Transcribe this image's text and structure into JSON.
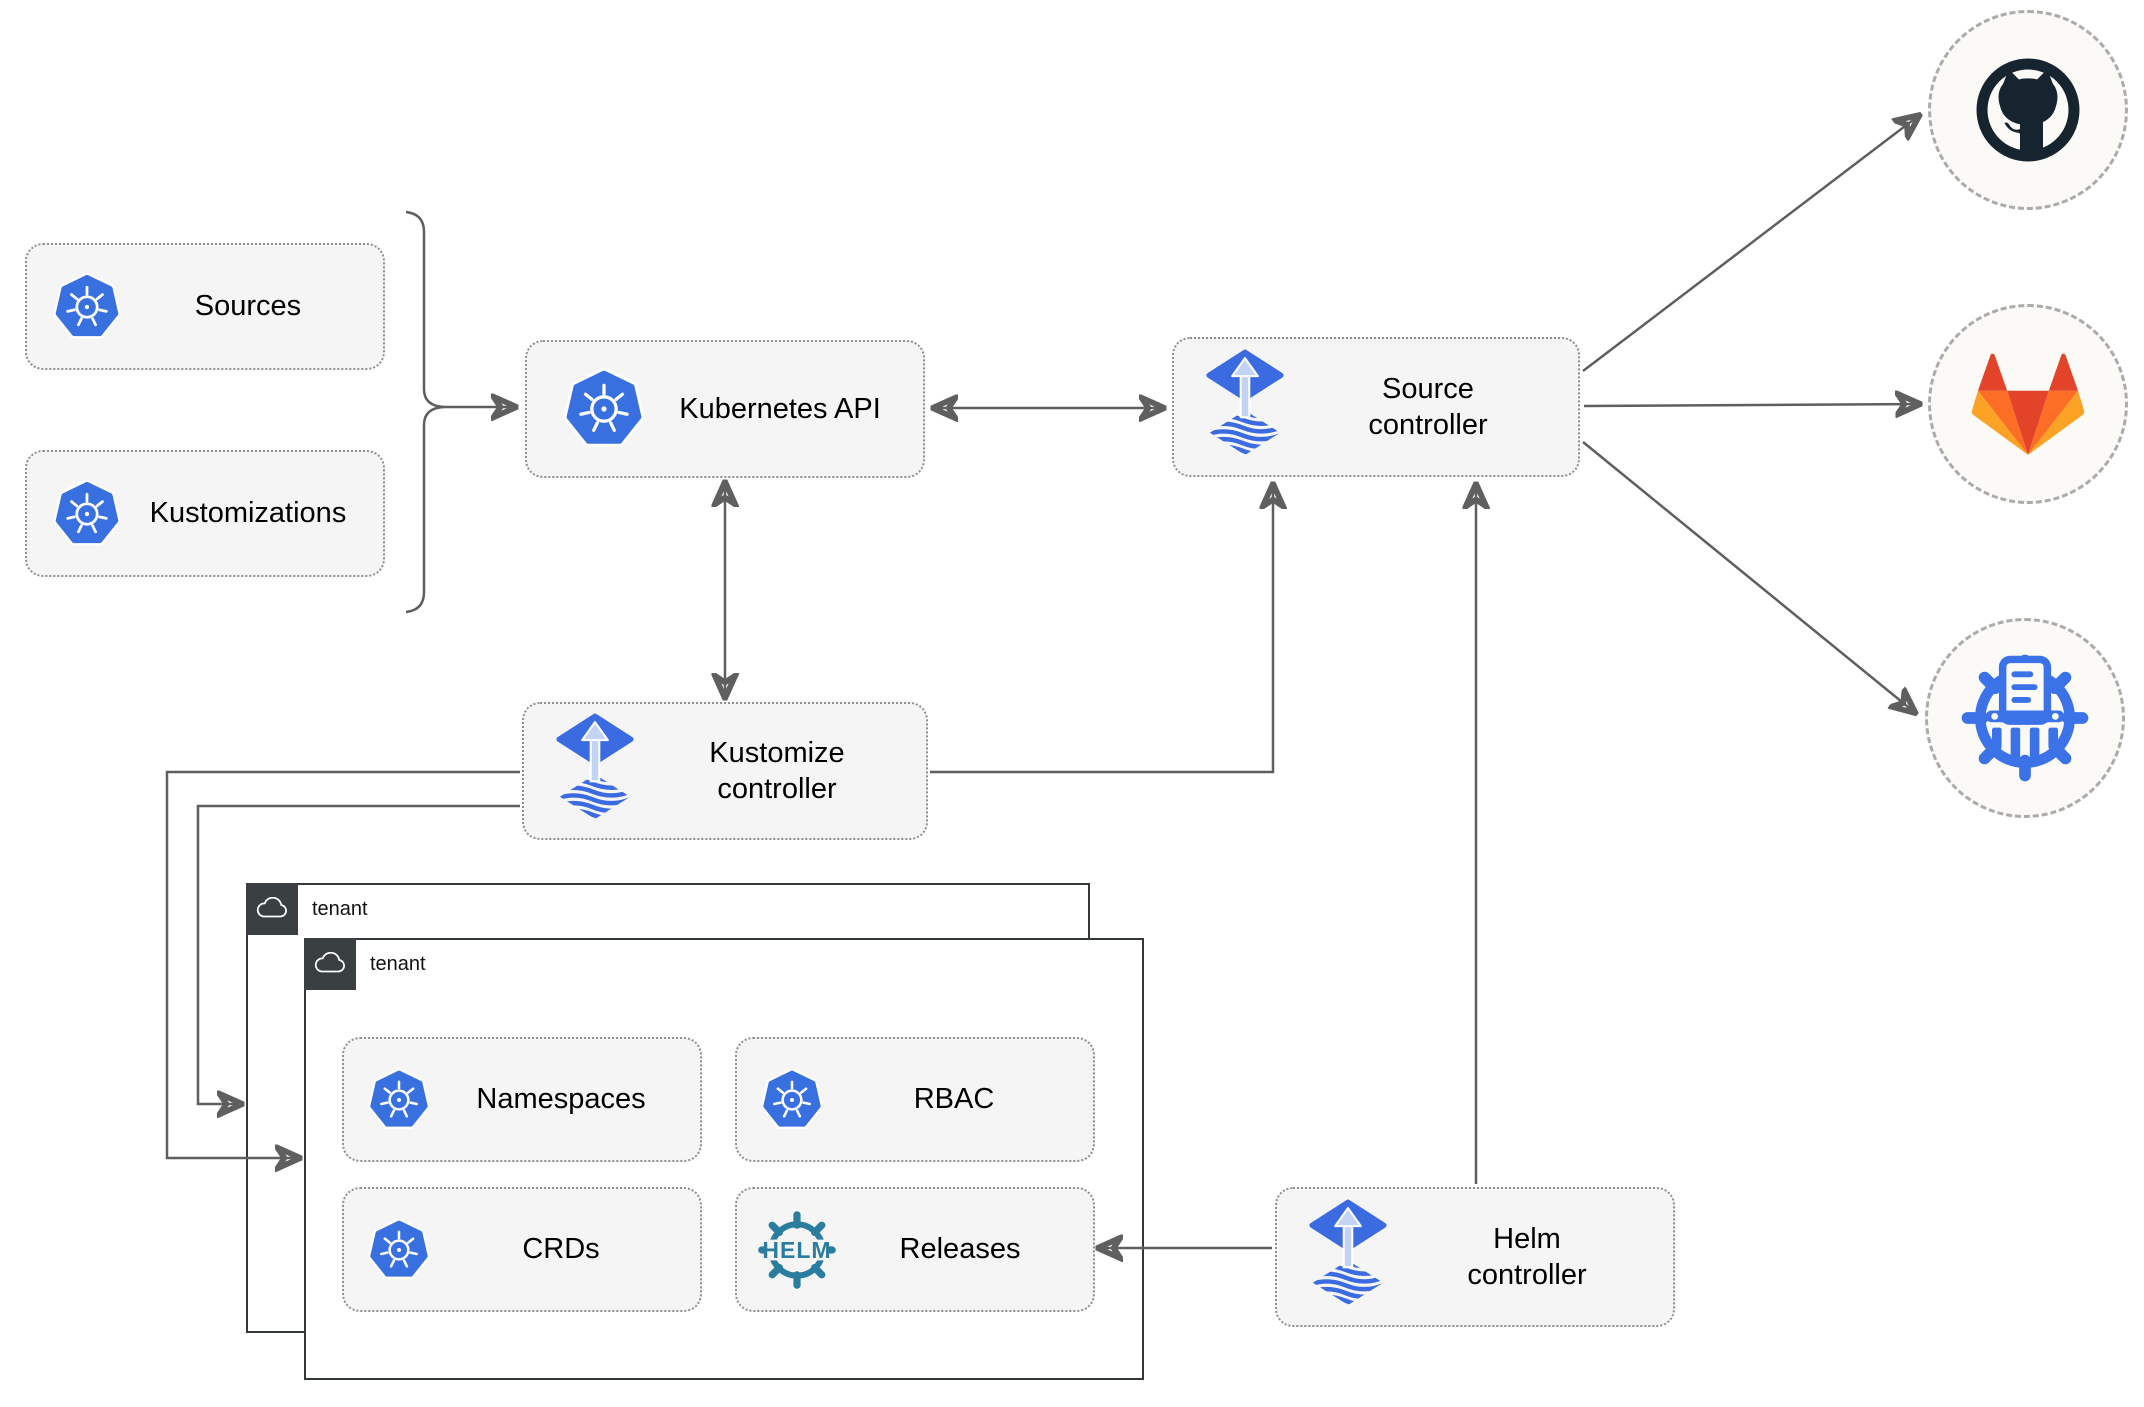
{
  "nodes": {
    "sources": {
      "label": "Sources",
      "icon": "kubernetes-icon"
    },
    "kustomizations": {
      "label": "Kustomizations",
      "icon": "kubernetes-icon"
    },
    "kubernetes_api": {
      "label": "Kubernetes API",
      "icon": "kubernetes-icon"
    },
    "source_controller": {
      "label": "Source\ncontroller",
      "icon": "flux-icon"
    },
    "kustomize_controller": {
      "label": "Kustomize\ncontroller",
      "icon": "flux-icon"
    },
    "helm_controller": {
      "label": "Helm\ncontroller",
      "icon": "flux-icon"
    },
    "namespaces": {
      "label": "Namespaces",
      "icon": "kubernetes-icon"
    },
    "rbac": {
      "label": "RBAC",
      "icon": "kubernetes-icon"
    },
    "crds": {
      "label": "CRDs",
      "icon": "kubernetes-icon"
    },
    "releases": {
      "label": "Releases",
      "icon": "helm-icon",
      "logo_text": "HELM"
    }
  },
  "tenants": [
    {
      "label": "tenant"
    },
    {
      "label": "tenant"
    }
  ],
  "endpoints": [
    {
      "name": "github"
    },
    {
      "name": "gitlab"
    },
    {
      "name": "helm-repository"
    }
  ],
  "edges": [
    {
      "from": "sources+kustomizations",
      "to": "kubernetes_api",
      "style": "arrow"
    },
    {
      "from": "kubernetes_api",
      "to": "source_controller",
      "style": "double-arrow"
    },
    {
      "from": "kubernetes_api",
      "to": "kustomize_controller",
      "style": "double-arrow"
    },
    {
      "from": "kustomize_controller",
      "to": "source_controller",
      "style": "arrow"
    },
    {
      "from": "helm_controller",
      "to": "source_controller",
      "style": "arrow"
    },
    {
      "from": "source_controller",
      "to": "github",
      "style": "arrow"
    },
    {
      "from": "source_controller",
      "to": "gitlab",
      "style": "arrow"
    },
    {
      "from": "source_controller",
      "to": "helm-repository",
      "style": "arrow"
    },
    {
      "from": "kustomize_controller",
      "to": "tenant-front",
      "style": "arrow"
    },
    {
      "from": "kustomize_controller",
      "to": "tenant-back",
      "style": "arrow"
    },
    {
      "from": "helm_controller",
      "to": "releases",
      "style": "arrow"
    }
  ],
  "colors": {
    "kubernetes_blue": "#3870e0",
    "flux_blue": "#3b6be0",
    "flux_arrow_light": "#c3d3f3",
    "helm_teal": "#2a7d9e",
    "registry_blue": "#3b72e8",
    "github_dark": "#16242f",
    "gitlab_orange_dark": "#e24329",
    "gitlab_orange": "#fc6d26",
    "gitlab_orange_light": "#fca326",
    "connector_gray": "#5f5f5f",
    "node_background": "#f5f5f5",
    "tenant_header_background": "#3a3f42"
  }
}
